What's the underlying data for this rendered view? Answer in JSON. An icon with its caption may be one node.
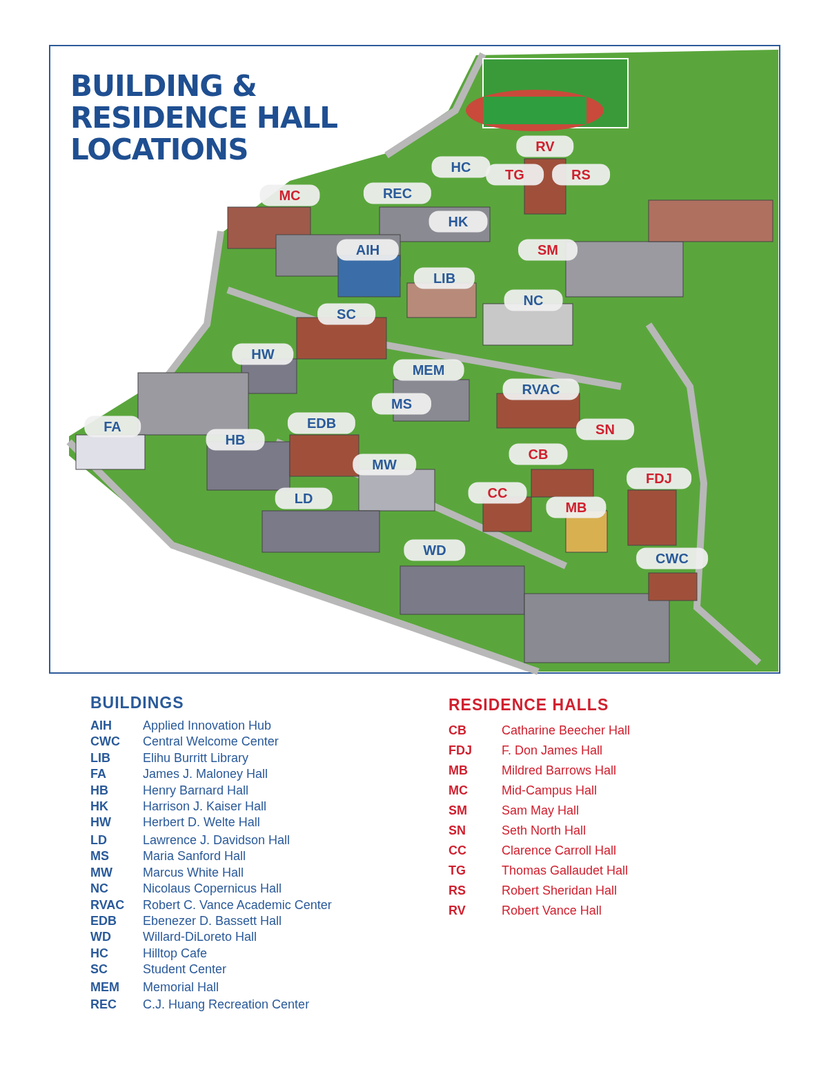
{
  "diagram": {
    "title": "BUILDING & RESIDENCE HALL LOCATIONS",
    "labels": [
      "RV",
      "HC",
      "TG",
      "RS",
      "MC",
      "REC",
      "HK",
      "AIH",
      "SM",
      "LIB",
      "NC",
      "SC",
      "HW",
      "MEM",
      "RVAC",
      "MS",
      "FA",
      "EDB",
      "SN",
      "HB",
      "CB",
      "FDJ",
      "MW",
      "LD",
      "CC",
      "MB",
      "CWC",
      "WD",
      "BUILDINGS",
      "AIH",
      "Applied Innovation Hub",
      "CWC",
      "Central Welcome Center",
      "LIB",
      "Elihu Burritt Library",
      "FA",
      "James J. Maloney Hall",
      "HB",
      "Henry Barnard Hall",
      "HK",
      "Harrison J. Kaiser Hall",
      "HW",
      "Herbert D. Welte Hall",
      "LD",
      "Lawrence J. Davidson Hall",
      "MS",
      "Maria Sanford Hall",
      "MW",
      "Marcus White Hall",
      "NC",
      "Nicolaus Copernicus Hall",
      "RVAC",
      "Robert C. Vance Academic Center",
      "EDB",
      "Ebenezer D. Bassett Hall",
      "WD",
      "Willard-DiLoreto Hall",
      "HC",
      "Hilltop Cafe",
      "SC",
      "Student Center",
      "MEM",
      "Memorial Hall",
      "REC",
      "C.J. Huang Recreation Center",
      "RESIDENCE HALLS",
      "CB",
      "Catharine Beecher Hall",
      "FDJ",
      "F. Don James Hall",
      "MB",
      "Mildred Barrows Hall",
      "MC",
      "Mid-Campus Hall",
      "SM",
      "Sam May Hall",
      "SN",
      "Seth North Hall",
      "CC",
      "Clarence Carroll Hall",
      "TG",
      "Thomas Gallaudet Hall",
      "RS",
      "Robert Sheridan Hall",
      "RV",
      "Robert Vance Hall"
    ]
  }
}
